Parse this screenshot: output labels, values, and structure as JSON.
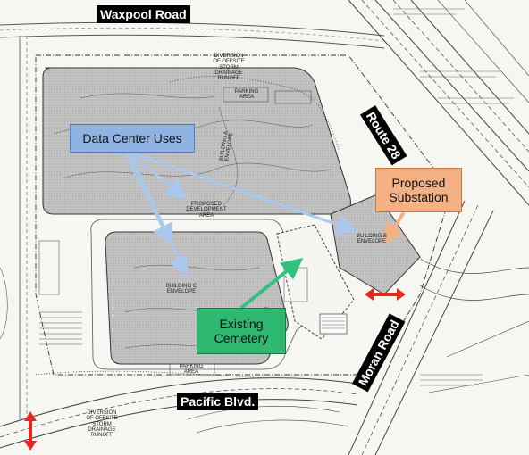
{
  "map": {
    "roads": {
      "waxpool": "Waxpool Road",
      "route28": "Route 28",
      "pacific": "Pacific Blvd.",
      "moran": "Moran Road"
    },
    "callouts": {
      "data_center": "Data Center Uses",
      "substation_line1": "Proposed",
      "substation_line2": "Substation",
      "cemetery_line1": "Existing",
      "cemetery_line2": "Cemetery"
    },
    "plan_notes": {
      "development_area": "PROPOSED\nDEVELOPMENT\nAREA",
      "building_a": "BUILDING A\nENVELOPE",
      "building_b": "BUILDING B\nENVELOPE",
      "building_c": "BUILDING C\nENVELOPE",
      "parking_top": "PARKING\nAREA",
      "parking_bottom": "PARKING\nAREA",
      "stormwater_top": "DIVERSION\nOF OFFSITE\nSTORM\nDRAINAGE\nRUNOFF",
      "stormwater_bottom": "DIVERSION\nOF OFFSITE\nSTORM\nDRAINAGE\nRUNOFF"
    },
    "colors": {
      "site_fill": "#c9c9c9",
      "data_center_box": "#8fb4e3",
      "data_center_arrow": "#a9c8ec",
      "substation_box": "#f4b183",
      "substation_arrow": "#f4b183",
      "cemetery_box": "#2eb872",
      "cemetery_arrow": "#2ec27e",
      "access_arrow": "#e8261f"
    }
  }
}
